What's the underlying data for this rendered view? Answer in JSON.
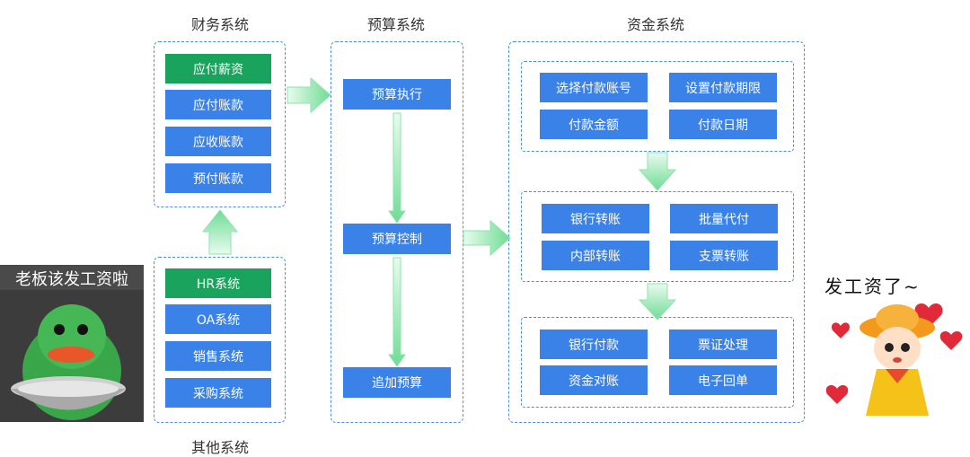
{
  "finance": {
    "title": "财务系统",
    "items": [
      "应付薪资",
      "应付账款",
      "应收账款",
      "预付账款"
    ]
  },
  "other": {
    "title": "其他系统",
    "items": [
      "HR系统",
      "OA系统",
      "销售系统",
      "采购系统"
    ]
  },
  "budget": {
    "title": "预算系统",
    "items": [
      "预算执行",
      "预算控制",
      "追加预算"
    ]
  },
  "funds": {
    "title": "资金系统",
    "group1": [
      "选择付款账号",
      "设置付款期限",
      "付款金额",
      "付款日期"
    ],
    "group2": [
      "银行转账",
      "批量代付",
      "内部转账",
      "支票转账"
    ],
    "group3": [
      "银行付款",
      "票证处理",
      "资金对账",
      "电子回单"
    ]
  },
  "memes": {
    "left_caption": "老板该发工资啦",
    "right_caption": "发工资了~"
  },
  "colors": {
    "box_blue": "#3b82e8",
    "box_green": "#1aa35c",
    "dashed_border": "#4a8ee8",
    "arrow_green": "#7ee0a0"
  }
}
